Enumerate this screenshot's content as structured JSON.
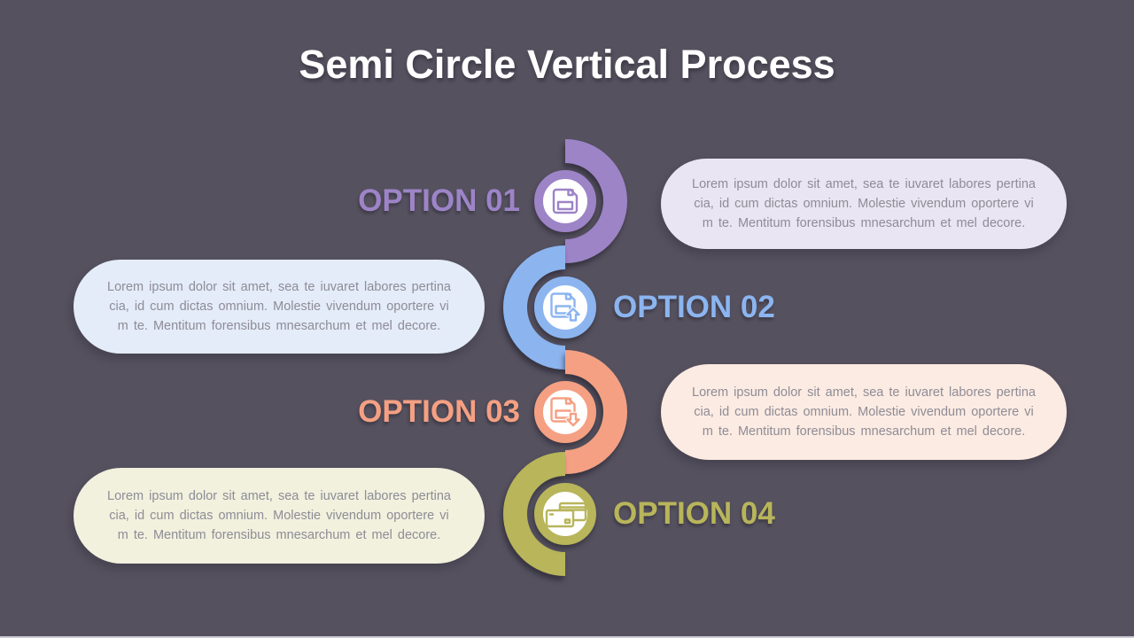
{
  "slide": {
    "title": "Semi Circle Vertical Process",
    "title_color": "#ffffff",
    "background_color": "#55515f",
    "body_text_color": "#8e8c96",
    "bottom_border_color": "#ecebf0"
  },
  "options": [
    {
      "id": "01",
      "label": "OPTION 01",
      "side": "right",
      "color": "#9d84c7",
      "pill_color": "#eae5f3",
      "icon": "floppy-disk-save-icon",
      "description": [
        "Lorem ipsum dolor sit amet, sea te iuvaret labores pertina",
        "cia, id cum dictas omnium.  Molestie vivendum oportere  vi",
        "m te. Mentitum  forensibus mnesarchum et mel decore."
      ]
    },
    {
      "id": "02",
      "label": "OPTION 02",
      "side": "left",
      "color": "#8cb5f0",
      "pill_color": "#e4ecf9",
      "icon": "floppy-disk-upload-icon",
      "description": [
        "Lorem ipsum dolor sit amet, sea te iuvaret labores pertina",
        "cia, id cum dictas omnium.  Molestie vivendum oportere  vi",
        "m te. Mentitum  forensibus mnesarchum et mel decore."
      ]
    },
    {
      "id": "03",
      "label": "OPTION 03",
      "side": "right",
      "color": "#f5a083",
      "pill_color": "#fcebe2",
      "icon": "floppy-disk-download-icon",
      "description": [
        "Lorem ipsum dolor sit amet, sea te iuvaret labores pertina",
        "cia, id cum dictas omnium.  Molestie vivendum oportere  vi",
        "m te. Mentitum  forensibus mnesarchum et mel decore."
      ]
    },
    {
      "id": "04",
      "label": "OPTION 04",
      "side": "left",
      "color": "#b8b55b",
      "pill_color": "#f1f1de",
      "icon": "credit-cards-icon",
      "description": [
        "Lorem ipsum dolor sit amet, sea te iuvaret labores pertina",
        "cia, id cum dictas omnium.  Molestie vivendum oportere  vi",
        "m te. Mentitum  forensibus mnesarchum et mel decore."
      ]
    }
  ]
}
